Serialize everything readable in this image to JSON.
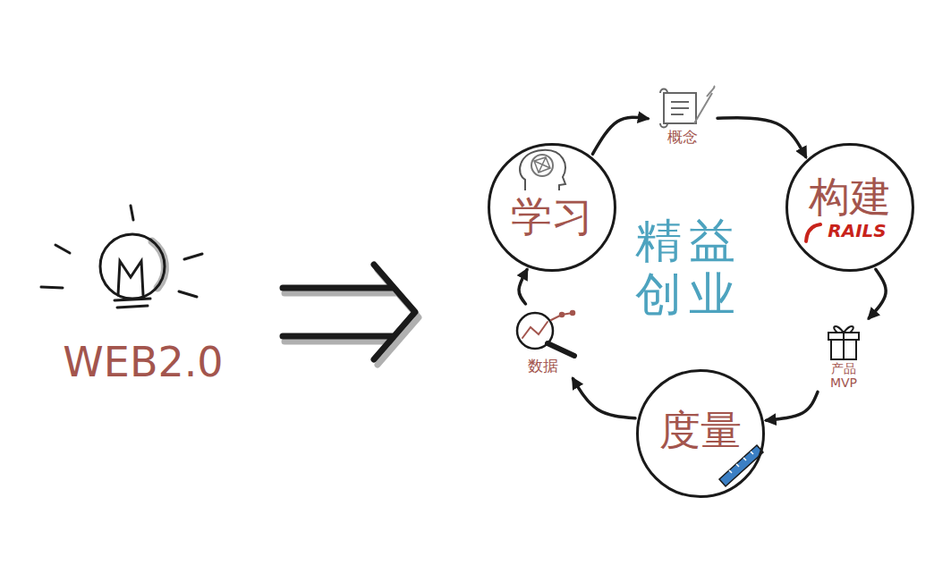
{
  "diagram": {
    "nodes": [
      {
        "text": [
          "学习"
        ]
      },
      {
        "text": [
          "概念"
        ]
      },
      {
        "text": [
          "构建",
          "RAILS"
        ]
      },
      {
        "text": [
          "产品",
          "MVP"
        ]
      },
      {
        "text": [
          "度量"
        ]
      },
      {
        "text": [
          "数据"
        ]
      }
    ],
    "edges": [
      {
        "from": 0,
        "to": 1,
        "arrow": "to"
      },
      {
        "from": 1,
        "to": 2,
        "arrow": "to"
      },
      {
        "from": 2,
        "to": 3,
        "arrow": "to"
      },
      {
        "from": 3,
        "to": 4,
        "arrow": "to"
      },
      {
        "from": 4,
        "to": 5,
        "arrow": "to"
      },
      {
        "from": 5,
        "to": 0,
        "arrow": "to"
      }
    ],
    "labels": [
      "WEB2.0",
      "精益 创业"
    ]
  }
}
